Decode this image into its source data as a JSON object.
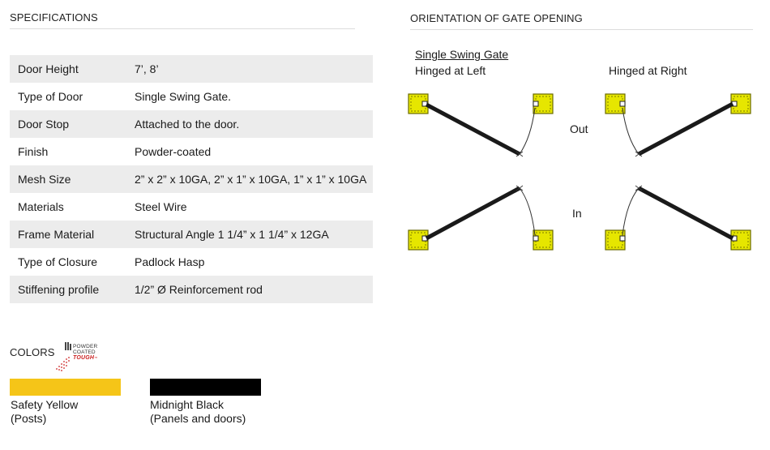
{
  "specifications": {
    "heading": "SPECIFICATIONS",
    "rows": [
      {
        "label": "Door Height",
        "value": "7’, 8’"
      },
      {
        "label": "Type of Door",
        "value": "Single Swing Gate."
      },
      {
        "label": "Door Stop",
        "value": "Attached to the door."
      },
      {
        "label": "Finish",
        "value": "Powder-coated"
      },
      {
        "label": "Mesh Size",
        "value": "2” x 2” x 10GA, 2” x 1” x 10GA, 1” x 1” x 10GA"
      },
      {
        "label": "Materials",
        "value": "Steel Wire"
      },
      {
        "label": "Frame Material",
        "value": "Structural Angle 1 1/4” x 1 1/4” x 12GA"
      },
      {
        "label": "Type of Closure",
        "value": "Padlock Hasp"
      },
      {
        "label": "Stiffening profile",
        "value": "1/2” Ø Reinforcement rod"
      }
    ]
  },
  "colors": {
    "heading": "COLORS",
    "logo": {
      "line1": "POWDER",
      "line2": "COATED",
      "line3": "TOUGH",
      "tm": "™"
    },
    "swatches": [
      {
        "name": "Safety Yellow",
        "note": "(Posts)",
        "hex": "#f5c518"
      },
      {
        "name": "Midnight Black",
        "note": "(Panels and doors)",
        "hex": "#000000"
      }
    ]
  },
  "orientation": {
    "heading": "ORIENTATION OF GATE OPENING",
    "subtitle": "Single Swing Gate",
    "left_label": "Hinged at Left",
    "right_label": "Hinged at Right",
    "out_label": "Out",
    "in_label": "In",
    "post_color": "#e8e000",
    "panel_color": "#1a1a1a"
  }
}
